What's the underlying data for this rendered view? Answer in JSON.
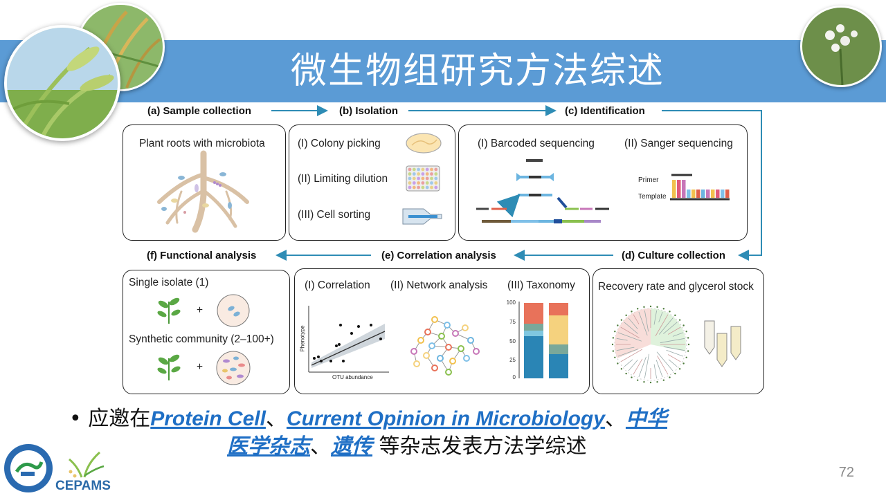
{
  "slide": {
    "title": "微生物组研究方法综述",
    "page_number": "72"
  },
  "steps": {
    "a": "(a) Sample collection",
    "b": "(b) Isolation",
    "c": "(c) Identification",
    "d": "(d) Culture collection",
    "e": "(e) Correlation analysis",
    "f": "(f) Functional analysis"
  },
  "panel_a": {
    "label": "Plant roots with microbiota"
  },
  "panel_b": {
    "items": [
      "(I) Colony picking",
      "(II) Limiting dilution",
      "(III) Cell sorting"
    ]
  },
  "panel_c": {
    "barcoded": "(I) Barcoded sequencing",
    "sanger": "(II) Sanger sequencing",
    "primer": "Primer",
    "template": "Template"
  },
  "panel_d": {
    "label": "Recovery rate and glycerol stock"
  },
  "panel_e": {
    "correlation": "(I) Correlation",
    "network": "(II) Network analysis",
    "taxonomy": "(III) Taxonomy",
    "xlabel": "OTU abundance",
    "ylabel": "Phenotype",
    "ticks": [
      "100",
      "75",
      "50",
      "25",
      "0"
    ]
  },
  "panel_f": {
    "single": "Single isolate (1)",
    "synthetic": "Synthetic community (2–100+)",
    "plus": "+"
  },
  "bullet": {
    "mark": "•",
    "prefix": "应邀在",
    "j1": "Protein Cell",
    "sep1": "、",
    "j2": "Current Opinion in Microbiology",
    "sep2": "、",
    "j3a": "中华",
    "j3b": "医学杂志",
    "sep3": "、",
    "j4": "遗传",
    "suffix": "等杂志发表方法学综述"
  },
  "logo": {
    "text": "CEPAMS"
  },
  "colors": {
    "banner": "#5b9bd5",
    "arrow": "#2e8cb5",
    "link": "#1f6fc5"
  }
}
